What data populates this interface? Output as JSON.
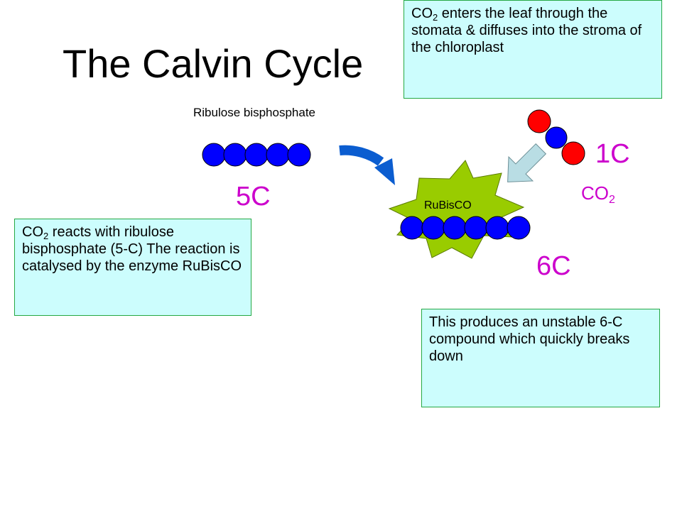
{
  "title": "The Calvin Cycle",
  "boxes": {
    "co2_enters": {
      "pre": "CO",
      "sub": "2",
      "post": " enters the leaf through the stomata & diffuses into the stroma of the chloroplast"
    },
    "co2_reacts": {
      "pre": "CO",
      "sub": "2",
      "post": " reacts with ribulose bisphosphate (5-C) The reaction is catalysed by the enzyme RuBisCO"
    },
    "produces": {
      "text": "This produces an unstable 6-C compound which quickly breaks down"
    }
  },
  "labels": {
    "ribulose": "Ribulose  bisphosphate",
    "five_c": "5C",
    "one_c": "1C",
    "co2_pre": "CO",
    "co2_sub": "2",
    "six_c": "6C",
    "rubisco": "RuBisCO"
  },
  "colors": {
    "carbon_atom": "#0000ff",
    "oxygen_atom": "#ff0000",
    "enzyme": "#99cc00",
    "text_box_fill": "#ccfdfd",
    "text_box_border": "#25a843",
    "label_magenta": "#cc00cc",
    "curved_arrow": "#0b5dd0",
    "diffusion_arrow": "#b9dde4"
  },
  "molecules": {
    "ribulose_bisphosphate_carbons": 5,
    "six_carbon_compound_carbons": 6,
    "co2_atoms": [
      "O",
      "C",
      "O"
    ]
  }
}
